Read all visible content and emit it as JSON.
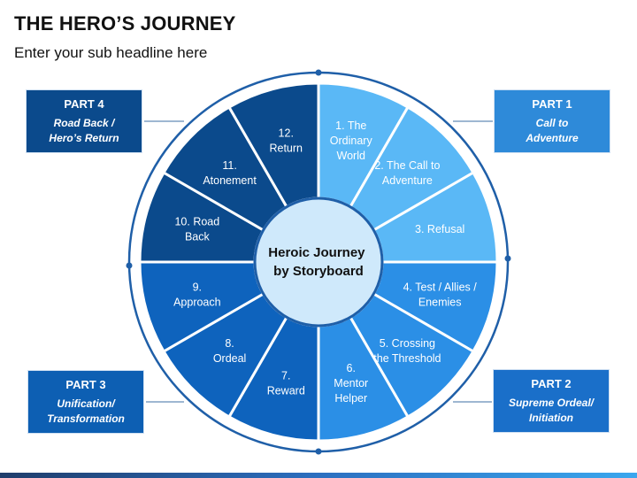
{
  "header": {
    "title": "THE HERO’S JOURNEY",
    "subtitle": "Enter your sub headline here"
  },
  "center": {
    "lines": [
      "Heroic Journey",
      "by Storyboard"
    ]
  },
  "stages": [
    {
      "lines": [
        "1. The",
        "Ordinary",
        "World"
      ],
      "color": "#5ab8f6"
    },
    {
      "lines": [
        "2. The Call to",
        "Adventure"
      ],
      "color": "#5ab8f6"
    },
    {
      "lines": [
        "3. Refusal"
      ],
      "color": "#5ab8f6"
    },
    {
      "lines": [
        "4. Test / Allies /",
        "Enemies"
      ],
      "color": "#2b8fe6"
    },
    {
      "lines": [
        "5. Crossing",
        "the Threshold"
      ],
      "color": "#2b8fe6"
    },
    {
      "lines": [
        "6.",
        "Mentor",
        "Helper"
      ],
      "color": "#2b8fe6"
    },
    {
      "lines": [
        "7.",
        "Reward"
      ],
      "color": "#0e63bd"
    },
    {
      "lines": [
        "8.",
        "Ordeal"
      ],
      "color": "#0e63bd"
    },
    {
      "lines": [
        "9.",
        "Approach"
      ],
      "color": "#0e63bd"
    },
    {
      "lines": [
        "10. Road",
        "Back"
      ],
      "color": "#0b4a8c"
    },
    {
      "lines": [
        "11.",
        "Atonement"
      ],
      "color": "#0b4a8c"
    },
    {
      "lines": [
        "12.",
        "Return"
      ],
      "color": "#0b4a8c"
    }
  ],
  "parts": {
    "part1": {
      "title": "PART 1",
      "desc": "Call to\nAdventure",
      "color": "#2e8ad9"
    },
    "part2": {
      "title": "PART 2",
      "desc": "Supreme Ordeal/\nInitiation",
      "color": "#1a6fc9"
    },
    "part3": {
      "title": "PART 3",
      "desc": "Unification/\nTransformation",
      "color": "#0d5fb3"
    },
    "part4": {
      "title": "PART 4",
      "desc": "Road Back /\nHero’s Return",
      "color": "#0b4a8c"
    }
  },
  "colors": {
    "ring": "#1f5fa8",
    "center_fill": "#cfe9fb",
    "center_stroke": "#1f5fa8",
    "connector": "#7f9fc4"
  }
}
